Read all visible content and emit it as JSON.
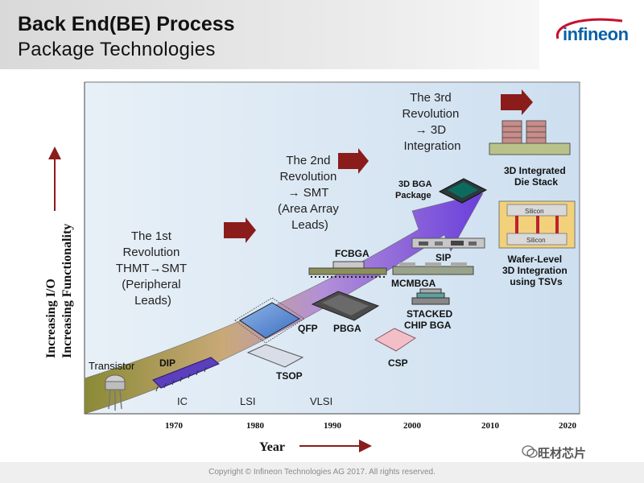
{
  "header": {
    "title": "Back End(BE) Process",
    "subtitle": "Package Technologies",
    "logo_text": "infineon"
  },
  "diagram": {
    "revolutions": [
      {
        "lines": [
          "The 1st",
          "Revolution",
          "THMT→SMT",
          "(Peripheral",
          "Leads)"
        ]
      },
      {
        "lines": [
          "The 2nd",
          "Revolution",
          "→    SMT",
          "(Area Array",
          "Leads)"
        ]
      },
      {
        "lines": [
          "The 3rd",
          "Revolution",
          "→    3D",
          "Integration"
        ]
      }
    ],
    "packages": {
      "transistor": "Transistor",
      "dip": "DIP",
      "qfp": "QFP",
      "tsop": "TSOP",
      "pbga": "PBGA",
      "csp": "CSP",
      "fcbga": "FCBGA",
      "sip": "SIP",
      "mcmbga": "MCMBGA",
      "stacked": [
        "STACKED",
        "CHIP BGA"
      ],
      "bga3d": [
        "3D BGA",
        "Package"
      ],
      "die_stack": [
        "3D Integrated",
        "Die Stack"
      ],
      "wafer": [
        "Wafer-Level",
        "3D Integration",
        "using TSVs"
      ],
      "silicon": "Silicon"
    },
    "eras": [
      "IC",
      "LSI",
      "VLSI"
    ],
    "years": [
      "1970",
      "1980",
      "1990",
      "2000",
      "2010",
      "2020"
    ],
    "x_axis_label": "Year",
    "y_axis_labels": [
      "Increasing I/O",
      "Increasing Functionality"
    ],
    "colors": {
      "background": "#dbe8f4",
      "arrow_start": "#8d8d3b",
      "arrow_end": "#6f45d8",
      "red_arrow": "#8a1c1c",
      "logo": "#0a61a8"
    }
  },
  "footer": {
    "copyright": "Copyright © Infineon Technologies AG 2017. All rights reserved.",
    "watermark": "旺材芯片"
  }
}
